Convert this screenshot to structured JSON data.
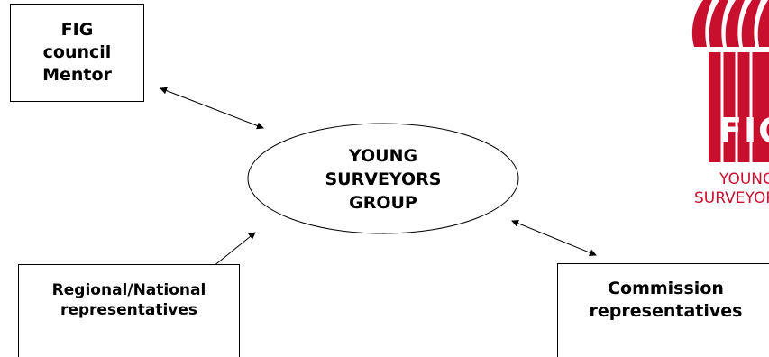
{
  "nodes": {
    "mentor": {
      "lines": [
        "FIG",
        "council",
        "Mentor"
      ]
    },
    "group": {
      "lines": [
        "YOUNG",
        "SURVEYORS",
        "GROUP"
      ]
    },
    "regional": {
      "lines": [
        "Regional/National",
        "representatives"
      ]
    },
    "commission": {
      "lines": [
        "Commission",
        "representatives"
      ]
    }
  },
  "logo": {
    "brand": "FIG",
    "tagline_1": "YOUNG",
    "tagline_2": "SURVEYORS",
    "color": "#c8102e"
  },
  "connectors": [
    "mentor-group",
    "regional-group",
    "commission-group"
  ]
}
